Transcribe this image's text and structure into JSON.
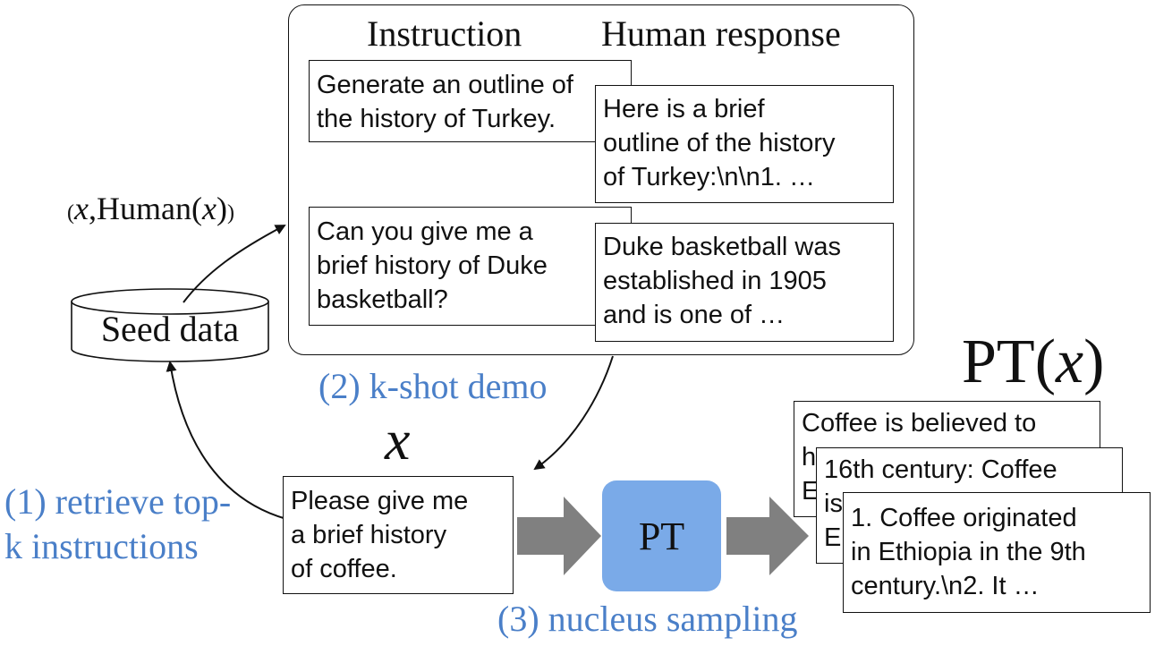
{
  "diagram": {
    "panel": {
      "instruction_header": "Instruction",
      "response_header": "Human response",
      "examples": [
        {
          "instruction_lines": [
            "Generate an outline of",
            "the history of Turkey."
          ],
          "response_lines": [
            "Here is a brief",
            "outline of the history",
            "of Turkey:\\n\\n1. …"
          ]
        },
        {
          "instruction_lines": [
            "Can you give me a",
            "brief history of Duke",
            "basketball?"
          ],
          "response_lines": [
            "Duke basketball was",
            "established in 1905",
            "and is one of …"
          ]
        }
      ]
    },
    "seed_label": "Seed data",
    "pair_label": {
      "x": "x",
      "sep": ",Human(",
      "x2": "x",
      "close": ")"
    },
    "step1_lines": [
      "(1) retrieve top-",
      "k instructions"
    ],
    "step2": "(2) k-shot demo",
    "step3": "(3) nucleus sampling",
    "x_label": "x",
    "input_lines": [
      "Please give me",
      "a brief history",
      "of coffee."
    ],
    "pt_label": "PT",
    "output_label": {
      "prefix": "PT(",
      "x": "x",
      "suffix": ")"
    },
    "outputs": [
      {
        "lines": [
          "Coffee is believed to",
          "have",
          "E"
        ]
      },
      {
        "lines": [
          "16th century: Coffee",
          "is",
          "E"
        ]
      },
      {
        "lines": [
          "1. Coffee originated",
          "in Ethiopia in the 9th",
          "century.\\n2. It …"
        ]
      }
    ],
    "colors": {
      "accent": "#4a7fc8",
      "pt_box": "#7aaae8",
      "arrow": "#808080"
    }
  }
}
